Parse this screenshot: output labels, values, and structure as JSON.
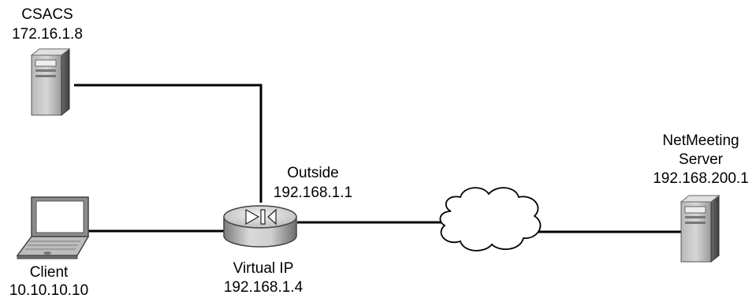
{
  "nodes": {
    "csacs": {
      "name": "CSACS",
      "ip": "172.16.1.8"
    },
    "client": {
      "name": "Client",
      "ip": "10.10.10.10"
    },
    "router": {
      "outside_label": "Outside",
      "outside_ip": "192.168.1.1",
      "virtual_label": "Virtual IP",
      "virtual_ip": "192.168.1.4"
    },
    "netmeeting": {
      "name_line1": "NetMeeting",
      "name_line2": "Server",
      "ip": "192.168.200.1"
    }
  },
  "icons": {
    "server": "server-tower-icon",
    "laptop": "laptop-icon",
    "router": "router-icon",
    "cloud": "cloud-icon"
  },
  "colors": {
    "line": "#000000",
    "device_gray": "#8a8a8a",
    "device_light": "#c8c8c8",
    "device_dark": "#4a4a4a"
  }
}
